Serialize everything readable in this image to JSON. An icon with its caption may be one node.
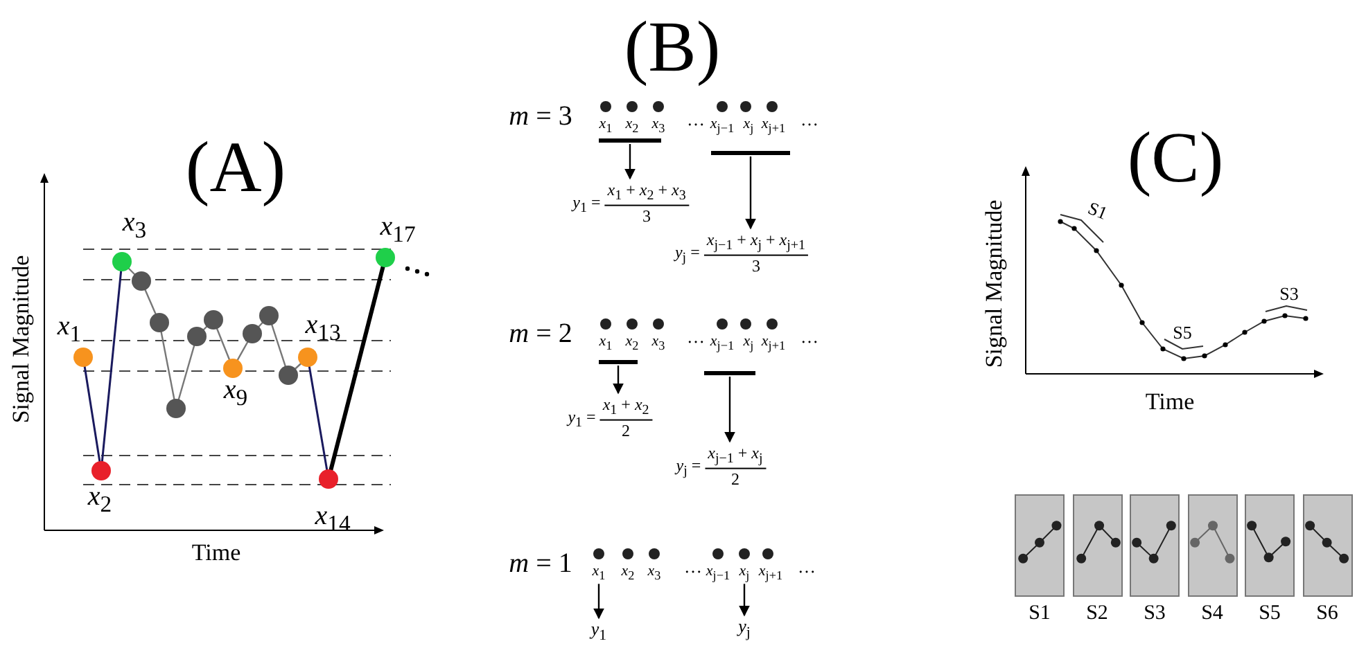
{
  "diagram": {
    "nodes": [
      {
        "text": [],
        "shape": "bar"
      },
      {
        "text": [
          "*y*$_{1}$ =",
          "*x*$_{1}$ + *x*$_{2}$ + *x*$_{3}$",
          "3"
        ]
      },
      {
        "text": [],
        "shape": "bar"
      },
      {
        "text": [
          "*y*$_{j}$ =",
          "*x*$_{j−1}$ + *x*$_{j}$ + *x*$_{j+1}$",
          "3"
        ]
      },
      {
        "text": [],
        "shape": "bar"
      },
      {
        "text": [
          "*y*$_{1}$ =",
          "*x*$_{1}$ + *x*$_{2}$",
          "2"
        ]
      },
      {
        "text": [],
        "shape": "bar"
      },
      {
        "text": [
          "*y*$_{j}$ =",
          "*x*$_{j−1}$ + *x*$_{j}$",
          "2"
        ]
      },
      {
        "text": [
          "*x*$_{1}$"
        ]
      },
      {
        "text": [
          "*y*$_{1}$"
        ]
      },
      {
        "text": [
          "*x*$_{j}$"
        ]
      },
      {
        "text": [
          "*y*$_{j}$"
        ]
      },
      {
        "text": [
          "S1"
        ]
      },
      {
        "text": [
          "S2"
        ]
      },
      {
        "text": [
          "S3"
        ]
      },
      {
        "text": [
          "S4"
        ]
      },
      {
        "text": [
          "S5"
        ]
      },
      {
        "text": [
          "S6"
        ]
      }
    ],
    "edges": [
      {
        "from": 0,
        "to": 1,
        "arrow": "to"
      },
      {
        "from": 2,
        "to": 3,
        "arrow": "to"
      },
      {
        "from": 4,
        "to": 5,
        "arrow": "to"
      },
      {
        "from": 6,
        "to": 7,
        "arrow": "to"
      },
      {
        "from": 8,
        "to": 9,
        "arrow": "to"
      },
      {
        "from": 10,
        "to": 11,
        "arrow": "to"
      }
    ],
    "labels": [
      "(A)",
      "(B)",
      "(C)",
      "Signal Magnitude",
      "Time",
      "*x*$_{3}$",
      "*x*$_{17}$",
      "*x*$_{1}$",
      "*x*$_{13}$",
      "*x*$_{9}$",
      "*x*$_{2}$",
      "*x*$_{14}$",
      "*m* = 3",
      "*x*$_{1}$",
      "*x*$_{2}$",
      "*x*$_{3}$",
      "…",
      "*x*$_{j−1}$",
      "*x*$_{j}$",
      "*x*$_{j+1}$",
      "…",
      "*m* = 2",
      "*x*$_{1}$",
      "*x*$_{2}$",
      "*x*$_{3}$",
      "…",
      "*x*$_{j−1}$",
      "*x*$_{j}$",
      "*x*$_{j+1}$",
      "…",
      "*m* = 1",
      "*x*$_{2}$",
      "*x*$_{3}$",
      "…",
      "*x*$_{j−1}$",
      "*x*$_{j+1}$",
      "…",
      "Signal Magnitude",
      "Time",
      "S1",
      "S5",
      "S3"
    ]
  }
}
